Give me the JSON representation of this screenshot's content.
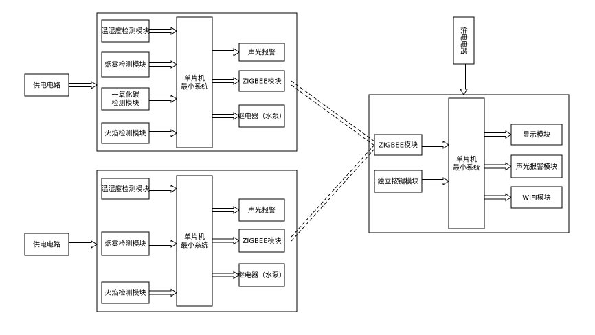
{
  "node1": {
    "power": "供电电路",
    "sensors": [
      "温湿度检测模块",
      "烟雾检测模块",
      "一氧化碳\n检测模块",
      "火焰检测模块"
    ],
    "mcu": "单片机\n最小系统",
    "outputs": [
      "声光报警",
      "ZIGBEE模块",
      "继电器（水泵）"
    ]
  },
  "node2": {
    "power": "供电电路",
    "sensors": [
      "温湿度检测模块",
      "烟雾检测模块",
      "火焰检测模块"
    ],
    "mcu": "单片机\n最小系统",
    "outputs": [
      "声光报警",
      "ZIGBEE模块",
      "继电器（水泵）"
    ]
  },
  "receiver": {
    "power": "供电电路",
    "inputs": [
      "ZIGBEE模块",
      "独立按键模块"
    ],
    "mcu": "单片机\n最小系统",
    "outputs": [
      "显示模块",
      "声光报警模块",
      "WIFI模块"
    ]
  }
}
